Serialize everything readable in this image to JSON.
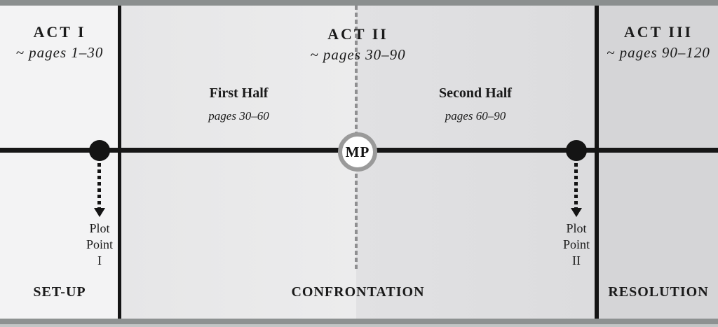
{
  "acts": [
    {
      "title": "ACT I",
      "pages": "~ pages 1–30",
      "phase": "SET-UP"
    },
    {
      "title": "ACT II",
      "pages": "~ pages 30–90",
      "phase": "CONFRONTATION"
    },
    {
      "title": "ACT III",
      "pages": "~ pages 90–120",
      "phase": "RESOLUTION"
    }
  ],
  "act2_halves": [
    {
      "title": "First Half",
      "pages": "pages 30–60"
    },
    {
      "title": "Second Half",
      "pages": "pages 60–90"
    }
  ],
  "midpoint": {
    "label": "MP"
  },
  "plot_points": [
    {
      "lines": [
        "Plot",
        "Point",
        "I"
      ]
    },
    {
      "lines": [
        "Plot",
        "Point",
        "II"
      ]
    }
  ],
  "colors": {
    "act1_bg": "#f3f3f4",
    "act2_first_half_bg": "#e9e9ea",
    "act2_second_half_bg": "#dfdfe1",
    "act3_bg": "#d5d5d7",
    "line_black": "#161616",
    "center_dash_gray": "#8f8f91",
    "frame_bar_gray": "#8b8f8f",
    "midpoint_ring_gray": "#9a9a9a"
  }
}
